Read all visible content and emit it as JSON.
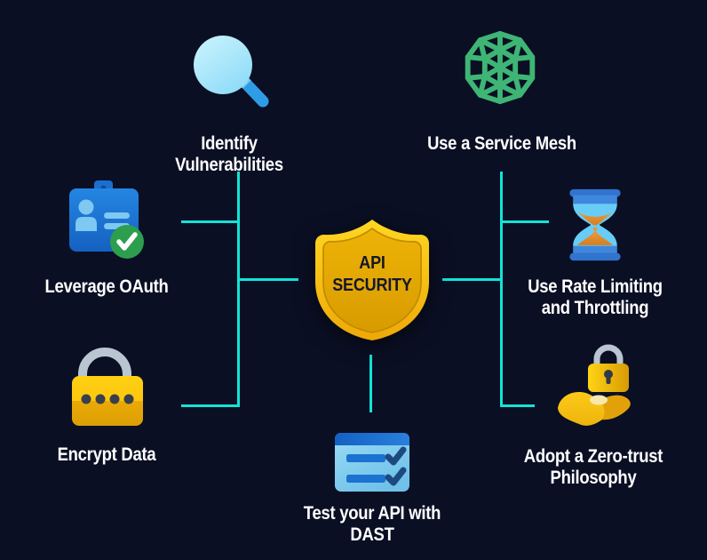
{
  "diagram_title": {
    "line1": "API",
    "line2": "SECURITY"
  },
  "theme": {
    "background": "#0a0f24",
    "connector": "#12e4d6",
    "label_text": "#ffffff",
    "shield_title_text": "#13172d",
    "shield_gold": "#ffc90e",
    "mesh_green": "#3eb575",
    "icon_blue": "#1e78d4",
    "icon_light_blue": "#7ec8f2",
    "sand_orange": "#e0872d",
    "check_green": "#2d9e4e",
    "shackle_gray": "#b9c6d2"
  },
  "nodes": [
    {
      "id": "identify-vulnerabilities",
      "label": "Identify Vulnerabilities",
      "icon": "magnifier-icon"
    },
    {
      "id": "service-mesh",
      "label": "Use a Service Mesh",
      "icon": "mesh-globe-icon"
    },
    {
      "id": "leverage-oauth",
      "label": "Leverage OAuth",
      "icon": "id-card-check-icon"
    },
    {
      "id": "rate-limiting",
      "label": "Use Rate Limiting\nand Throttling",
      "icon": "hourglass-icon"
    },
    {
      "id": "encrypt-data",
      "label": "Encrypt Data",
      "icon": "padlock-icon"
    },
    {
      "id": "zero-trust",
      "label": "Adopt a Zero-trust\nPhilosophy",
      "icon": "hand-lock-icon"
    },
    {
      "id": "dast",
      "label": "Test your API with DAST",
      "icon": "checklist-icon"
    }
  ]
}
